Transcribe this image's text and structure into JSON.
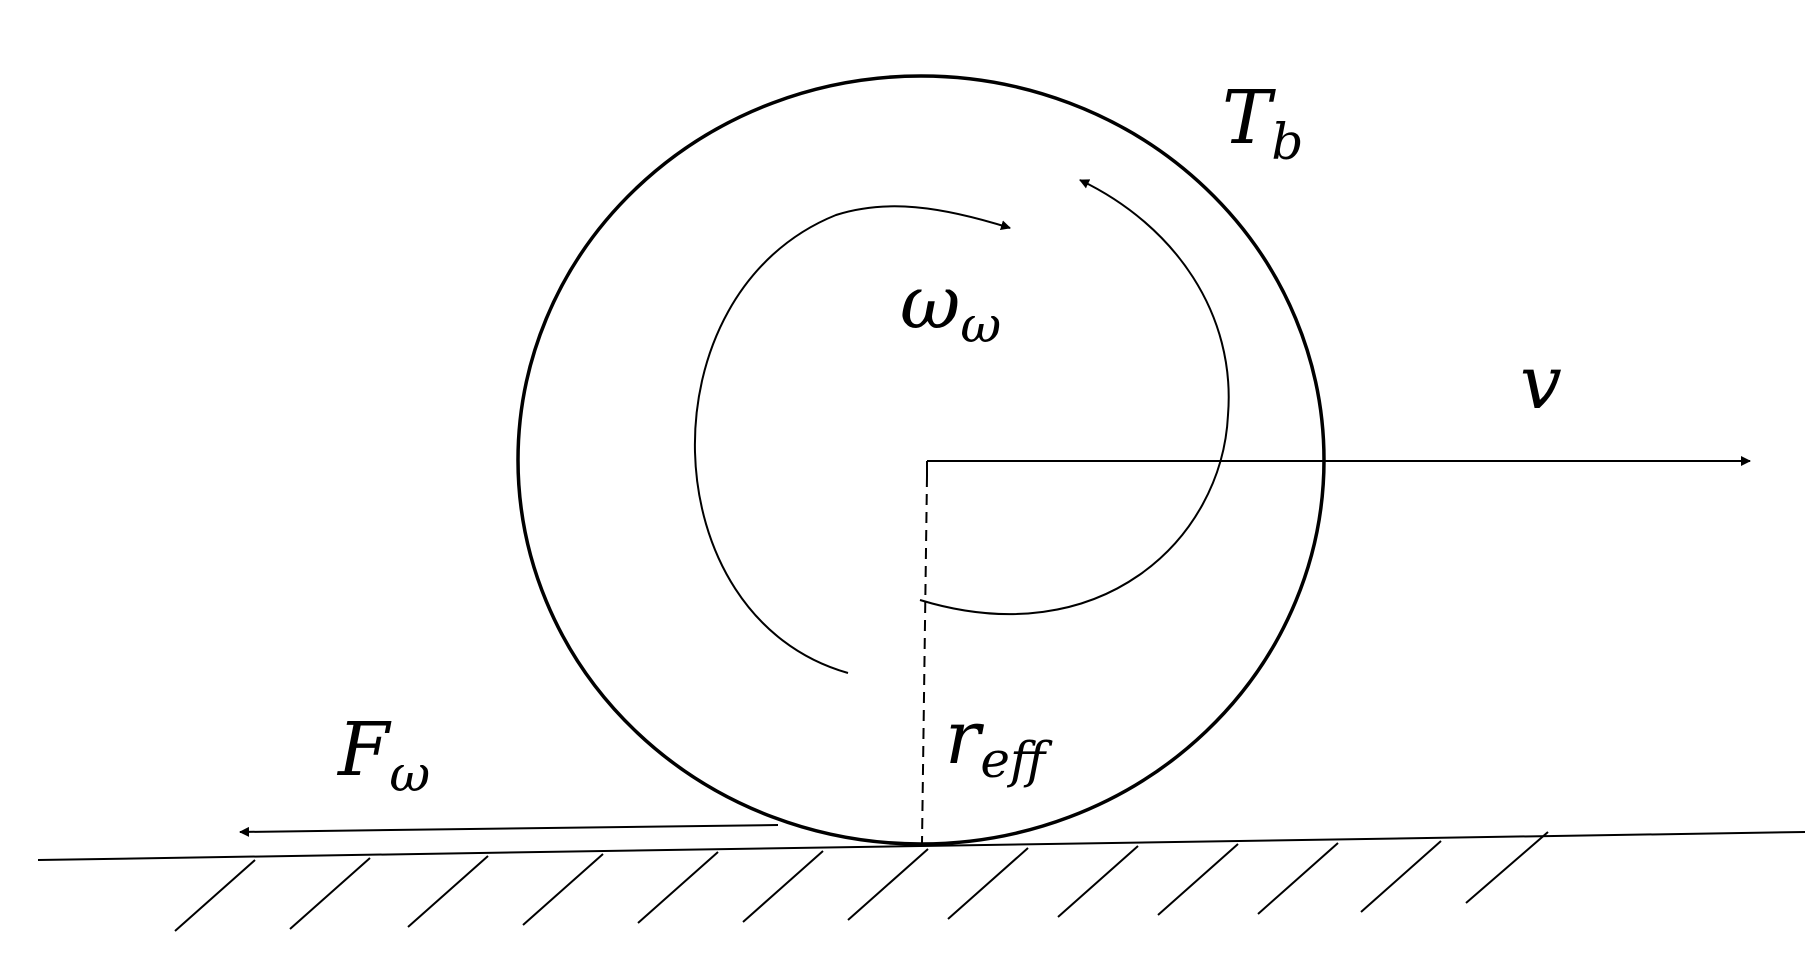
{
  "labels": {
    "brake_torque": {
      "symbol": "T",
      "subscript": "b"
    },
    "angular_velocity": {
      "symbol": "ω",
      "subscript": "ω"
    },
    "velocity": {
      "symbol": "v"
    },
    "effective_radius": {
      "symbol": "r",
      "subscript": "eff"
    },
    "wheel_force": {
      "symbol": "F",
      "subscript": "ω"
    }
  },
  "colors": {
    "stroke": "#000000",
    "background": "#ffffff"
  }
}
